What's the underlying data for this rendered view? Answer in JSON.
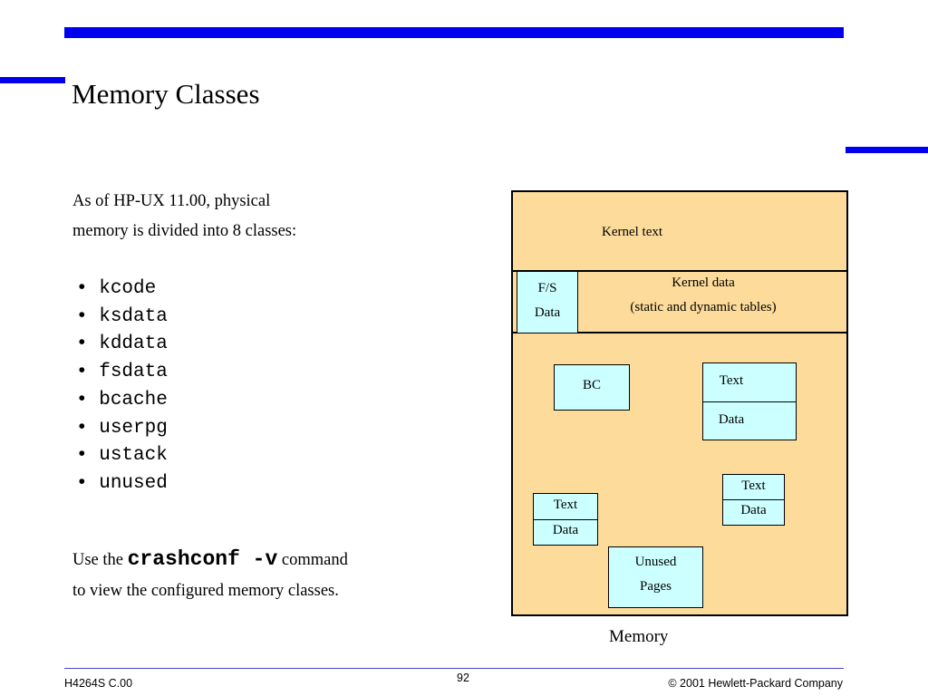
{
  "slide": {
    "title": "Memory Classes",
    "intro_lines": [
      "As of HP-UX 11.00, physical",
      "memory is divided into 8 classes:"
    ],
    "bullets": [
      "kcode",
      "ksdata",
      "kddata",
      "fsdata",
      "bcache",
      "userpg",
      "ustack",
      "unused"
    ],
    "usage": {
      "prefix": "Use the",
      "command": "crashconf -v",
      "suffix": "command",
      "line2": "to view the configured memory classes."
    }
  },
  "diagram": {
    "kernel_text": "Kernel text",
    "kernel_data_line1": "Kernel data",
    "kernel_data_line2": "(static and dynamic tables)",
    "fs_box": [
      "F/S",
      "Data"
    ],
    "bc_box": "BC",
    "process_box_large": [
      "Text",
      "Data"
    ],
    "process_box_right": [
      "Text",
      "Data"
    ],
    "process_box_left": [
      "Text",
      "Data"
    ],
    "unused_box": [
      "Unused",
      "Pages"
    ],
    "caption": "Memory"
  },
  "footer": {
    "course_code": "H4264S C.00",
    "page_number": "92",
    "copyright": "© 2001 Hewlett-Packard Company"
  },
  "colors": {
    "accent_bar": "#0000ee",
    "memory_fill": "#fddc9b",
    "box_fill": "#ccffff"
  }
}
